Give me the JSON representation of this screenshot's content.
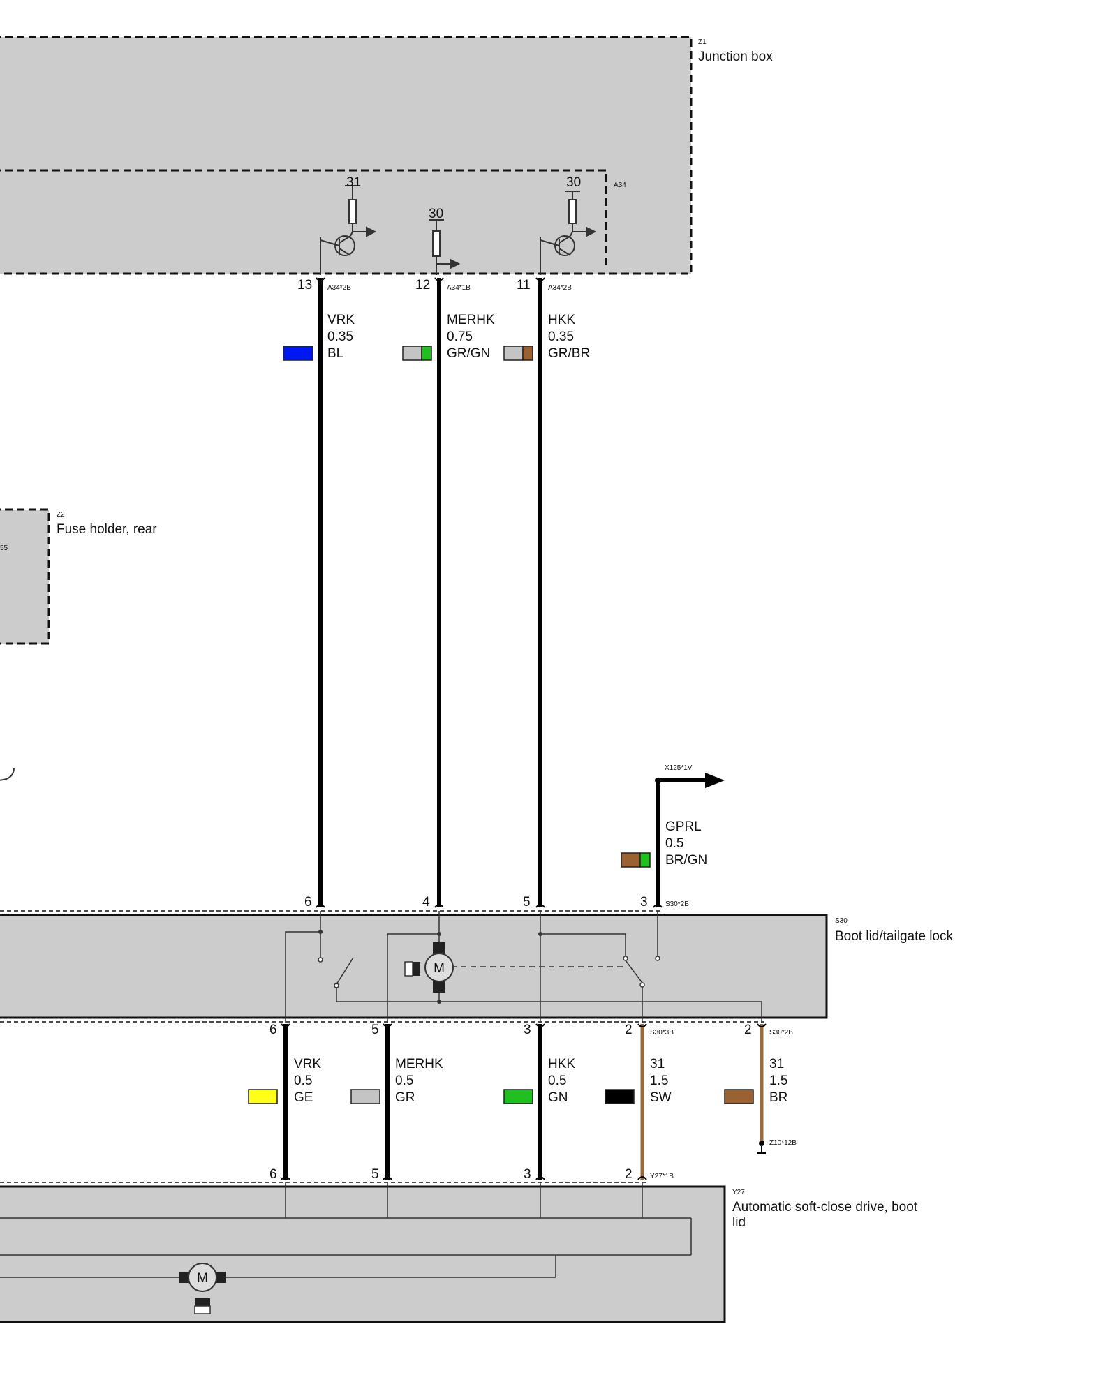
{
  "components": {
    "z1": {
      "id": "Z1",
      "name": "Junction box"
    },
    "a34": {
      "id": "A34"
    },
    "z2": {
      "id": "Z2",
      "name": "Fuse holder, rear",
      "partial": "55"
    },
    "s30": {
      "id": "S30",
      "name": "Boot lid/tailgate lock"
    },
    "y27": {
      "id": "Y27",
      "name_line1": "Automatic soft-close drive, boot",
      "name_line2": "lid"
    }
  },
  "supply_labels": {
    "t1": "31",
    "t2": "30",
    "t3": "30"
  },
  "motor_letter": "M",
  "upper_wires": [
    {
      "pin_top": "13",
      "conn_top": "A34*2B",
      "pin_bottom": "6",
      "signal": "VRK",
      "size": "0.35",
      "color": "BL",
      "swatch": [
        "#0018f0"
      ]
    },
    {
      "pin_top": "12",
      "conn_top": "A34*1B",
      "pin_bottom": "4",
      "signal": "MERHK",
      "size": "0.75",
      "color": "GR/GN",
      "swatch": [
        "#c4c4c4",
        "#1fc01f"
      ]
    },
    {
      "pin_top": "11",
      "conn_top": "A34*2B",
      "pin_bottom": "5",
      "signal": "HKK",
      "size": "0.35",
      "color": "GR/BR",
      "swatch": [
        "#c4c4c4",
        "#9a6132"
      ]
    }
  ],
  "gprl_wire": {
    "conn": "X125*1V",
    "signal": "GPRL",
    "size": "0.5",
    "color": "BR/GN",
    "pin": "3",
    "conn_bottom": "S30*2B",
    "swatch": [
      "#9a6132",
      "#1fc01f"
    ]
  },
  "lower_wires": [
    {
      "pin_top": "6",
      "pin_bottom": "6",
      "signal": "VRK",
      "size": "0.5",
      "color": "GE",
      "swatch": "#ffff1a"
    },
    {
      "pin_top": "5",
      "pin_bottom": "5",
      "signal": "MERHK",
      "size": "0.5",
      "color": "GR",
      "swatch": "#c4c4c4"
    },
    {
      "pin_top": "3",
      "pin_bottom": "3",
      "signal": "HKK",
      "size": "0.5",
      "color": "GN",
      "swatch": "#1fc01f"
    },
    {
      "pin_top": "2",
      "conn_top": "S30*3B",
      "pin_bottom": "2",
      "conn_bottom": "Y27*1B",
      "signal": "31",
      "size": "1.5",
      "color": "SW",
      "swatch": "#000000"
    },
    {
      "pin_top": "2",
      "conn_top": "S30*2B",
      "conn_bottom": "Z10*12B",
      "signal": "31",
      "size": "1.5",
      "color": "BR",
      "swatch": "#9a6132"
    }
  ],
  "colors": {
    "housing": "#cccccc",
    "wire": "#000000",
    "brown_wire": "#9a6b3c",
    "line": "#333333"
  }
}
